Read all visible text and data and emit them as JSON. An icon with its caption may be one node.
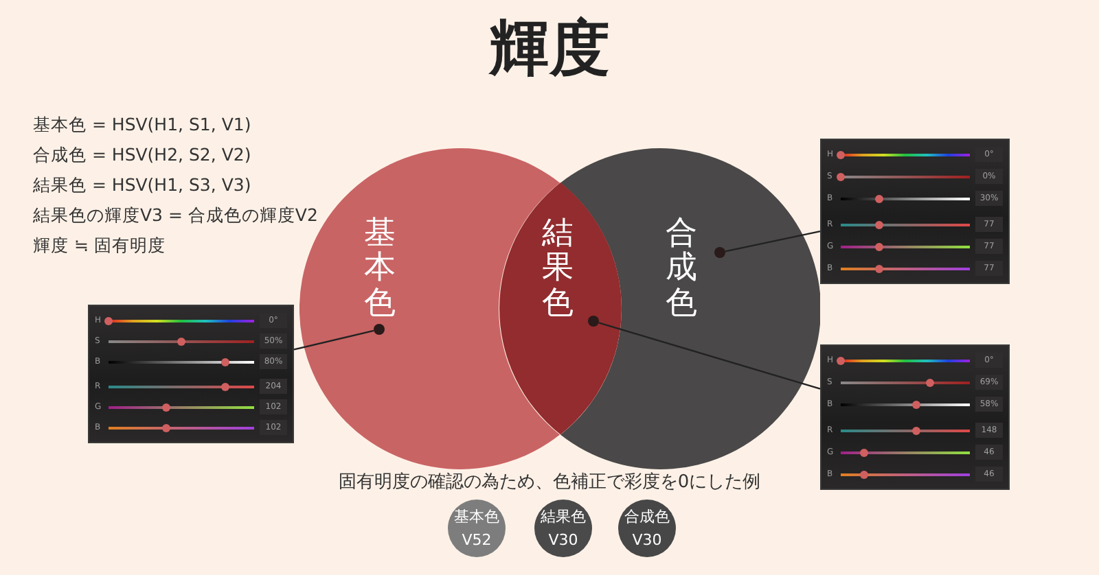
{
  "diagram": {
    "title": "輝度",
    "nodes": [
      {
        "text": [
          "基本色"
        ]
      },
      {
        "text": [],
        "shape": "circle",
        "in": 0
      },
      {
        "text": [
          "結果色"
        ]
      },
      {
        "text": [],
        "shape": "circle",
        "in": 2
      },
      {
        "text": [
          "合成色"
        ]
      },
      {
        "text": [],
        "shape": "circle",
        "in": 4
      },
      {
        "text": [
          "H",
          "0°",
          "S",
          "50%",
          "B",
          "80%",
          "R",
          "204",
          "G",
          "102",
          "B",
          "102"
        ]
      },
      {
        "text": [
          "H",
          "0°",
          "S",
          "0%",
          "B",
          "30%",
          "R",
          "77",
          "G",
          "77",
          "B",
          "77"
        ]
      },
      {
        "text": [
          "H",
          "0°",
          "S",
          "69%",
          "B",
          "58%",
          "R",
          "148",
          "G",
          "46",
          "B",
          "46"
        ]
      },
      {
        "text": [
          "基本色",
          "V52"
        ]
      },
      {
        "text": [
          "結果色",
          "V30"
        ]
      },
      {
        "text": [
          "合成色",
          "V30"
        ]
      }
    ],
    "edges": [
      {
        "from": 6,
        "to": 1,
        "arrow": "none"
      },
      {
        "from": 7,
        "to": 5,
        "arrow": "none"
      },
      {
        "from": 8,
        "to": 3,
        "arrow": "none"
      }
    ],
    "labels": [
      "基本色 = HSV(H1, S1, V1)",
      "合成色 = HSV(H2, S2, V2)",
      "結果色 = HSV(H1, S3, V3)",
      "結果色の輝度V3 = 合成色の輝度V2",
      "輝度 ≒ 固有明度",
      "固有明度の確認の為ため、色補正で彩度を0にした例"
    ]
  }
}
